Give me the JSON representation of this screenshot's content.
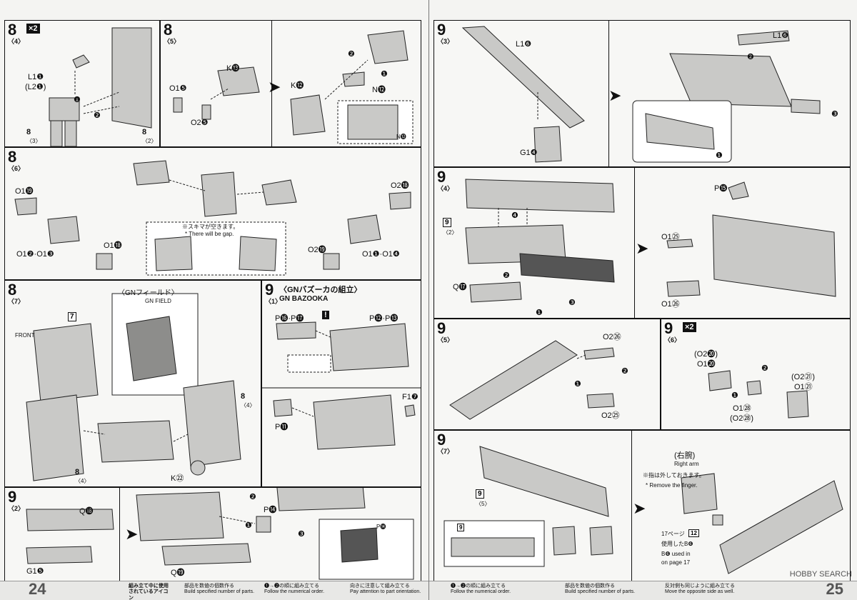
{
  "left": {
    "page_number": "24",
    "s8_4": {
      "step": "8",
      "sub": "〈4〉",
      "x2": "×2",
      "part_l": "L1❶",
      "part_l2": "(L2❶)",
      "ref1": "8",
      "ref1_sub": "〈3〉",
      "ref2": "8",
      "ref2_sub": "〈2〉",
      "n1": "❶",
      "n2": "❷"
    },
    "s8_5": {
      "step": "8",
      "sub": "〈5〉",
      "k13": "K⓭",
      "o15": "O1❺",
      "o25": "O2❺",
      "k12": "K⓬",
      "n12": "N⓬",
      "n12b": "N⓬",
      "n1": "❶",
      "n2": "❷"
    },
    "s8_6": {
      "step": "8",
      "sub": "〈6〉",
      "o119": "O1⓳",
      "o118": "O1⓲",
      "o12_13": "O1❷·O1❸",
      "o218": "O2⓲",
      "o219": "O2⓳",
      "o11_14": "O1❶·O1❹",
      "gap_jp": "※スキマが空きます。",
      "gap_en": "* There will be gap."
    },
    "s8_7": {
      "step": "8",
      "sub": "〈7〉",
      "field_jp": "〈GNフィールド〉",
      "field_en": "GN FIELD",
      "ref7": "7",
      "front": "FRONT",
      "ref8a": "8",
      "ref8a_sub": "〈4〉",
      "ref8b": "8",
      "ref8b_sub": "〈4〉",
      "k22": "K㉒"
    },
    "s9_1": {
      "step": "9",
      "sub": "〈1〉",
      "title_jp": "〈GNバズーカの組立〉",
      "title_en": "GN BAZOOKA",
      "p16_17": "P⓰·P⓱",
      "p12_13": "P⓬·P⓭",
      "p11": "P⓫",
      "f17": "F1❼",
      "warn": "!"
    },
    "s9_2": {
      "step": "9",
      "sub": "〈2〉",
      "q18": "Q⓲",
      "g15": "G1❺",
      "q19": "Q⓳",
      "p14": "P⓮",
      "p14b": "P⓮",
      "n1": "❶",
      "n2": "❷",
      "n3": "❸"
    },
    "footer": {
      "title_jp": "組み立て中に使用されているアイコン",
      "leg1": "部品を数値の個数作る",
      "leg1_en": "Build specified number of parts.",
      "leg2": "❶→❷の順に組み立てる",
      "leg2_en": "Follow the numerical order.",
      "leg3": "向きに注意して組み立てる",
      "leg3_en": "Pay attention to part orientation."
    }
  },
  "right": {
    "page_number": "25",
    "s9_3": {
      "step": "9",
      "sub": "〈3〉",
      "l16a": "L1❻",
      "l16b": "L1❻",
      "g14": "G1❹",
      "n1": "❶",
      "n2": "❷",
      "n3": "❸"
    },
    "s9_4": {
      "step": "9",
      "sub": "〈4〉",
      "ref9": "9",
      "ref9_sub": "〈2〉",
      "q17": "Q⓱",
      "p15": "P⓯",
      "o125": "O1㉕",
      "o126": "O1㉖",
      "n1": "❶",
      "n2": "❷",
      "n3": "❸",
      "n4": "❹"
    },
    "s9_5": {
      "step": "9",
      "sub": "〈5〉",
      "o226": "O2㉖",
      "o225": "O2㉕",
      "n1": "❶",
      "n2": "❷"
    },
    "s9_6": {
      "step": "9",
      "sub": "〈6〉",
      "x2": "×2",
      "o220": "(O2⓴)",
      "o120": "O1⓴",
      "o221": "(O2㉑)",
      "o121": "O1㉑",
      "o128": "O1㉘",
      "o228": "(O2㉘)",
      "n1": "❶",
      "n2": "❷"
    },
    "s9_7": {
      "step": "9",
      "sub": "〈7〉",
      "ref9": "9",
      "ref9_sub": "〈5〉",
      "ref9b": "9",
      "right_arm_jp": "(右腕)",
      "right_arm_en": "Right arm",
      "finger_jp": "※指は外しておきます。",
      "finger_en": "* Remove the finger.",
      "page_ref_jp": "17ページ",
      "used_jp": "使用したB❻",
      "used_en": "B❻ used in",
      "on_page": "on page 17",
      "ref12": "12"
    },
    "footer": {
      "leg1": "❶→❷の順に組み立てる",
      "leg1_en": "Follow the numerical order.",
      "leg2": "部品を数値の個数作る",
      "leg2_en": "Build specified number of parts.",
      "leg3": "反対側も同じように組み立てる",
      "leg3_en": "Move the opposite side as well."
    },
    "watermark": "HOBBY SEARCH"
  }
}
